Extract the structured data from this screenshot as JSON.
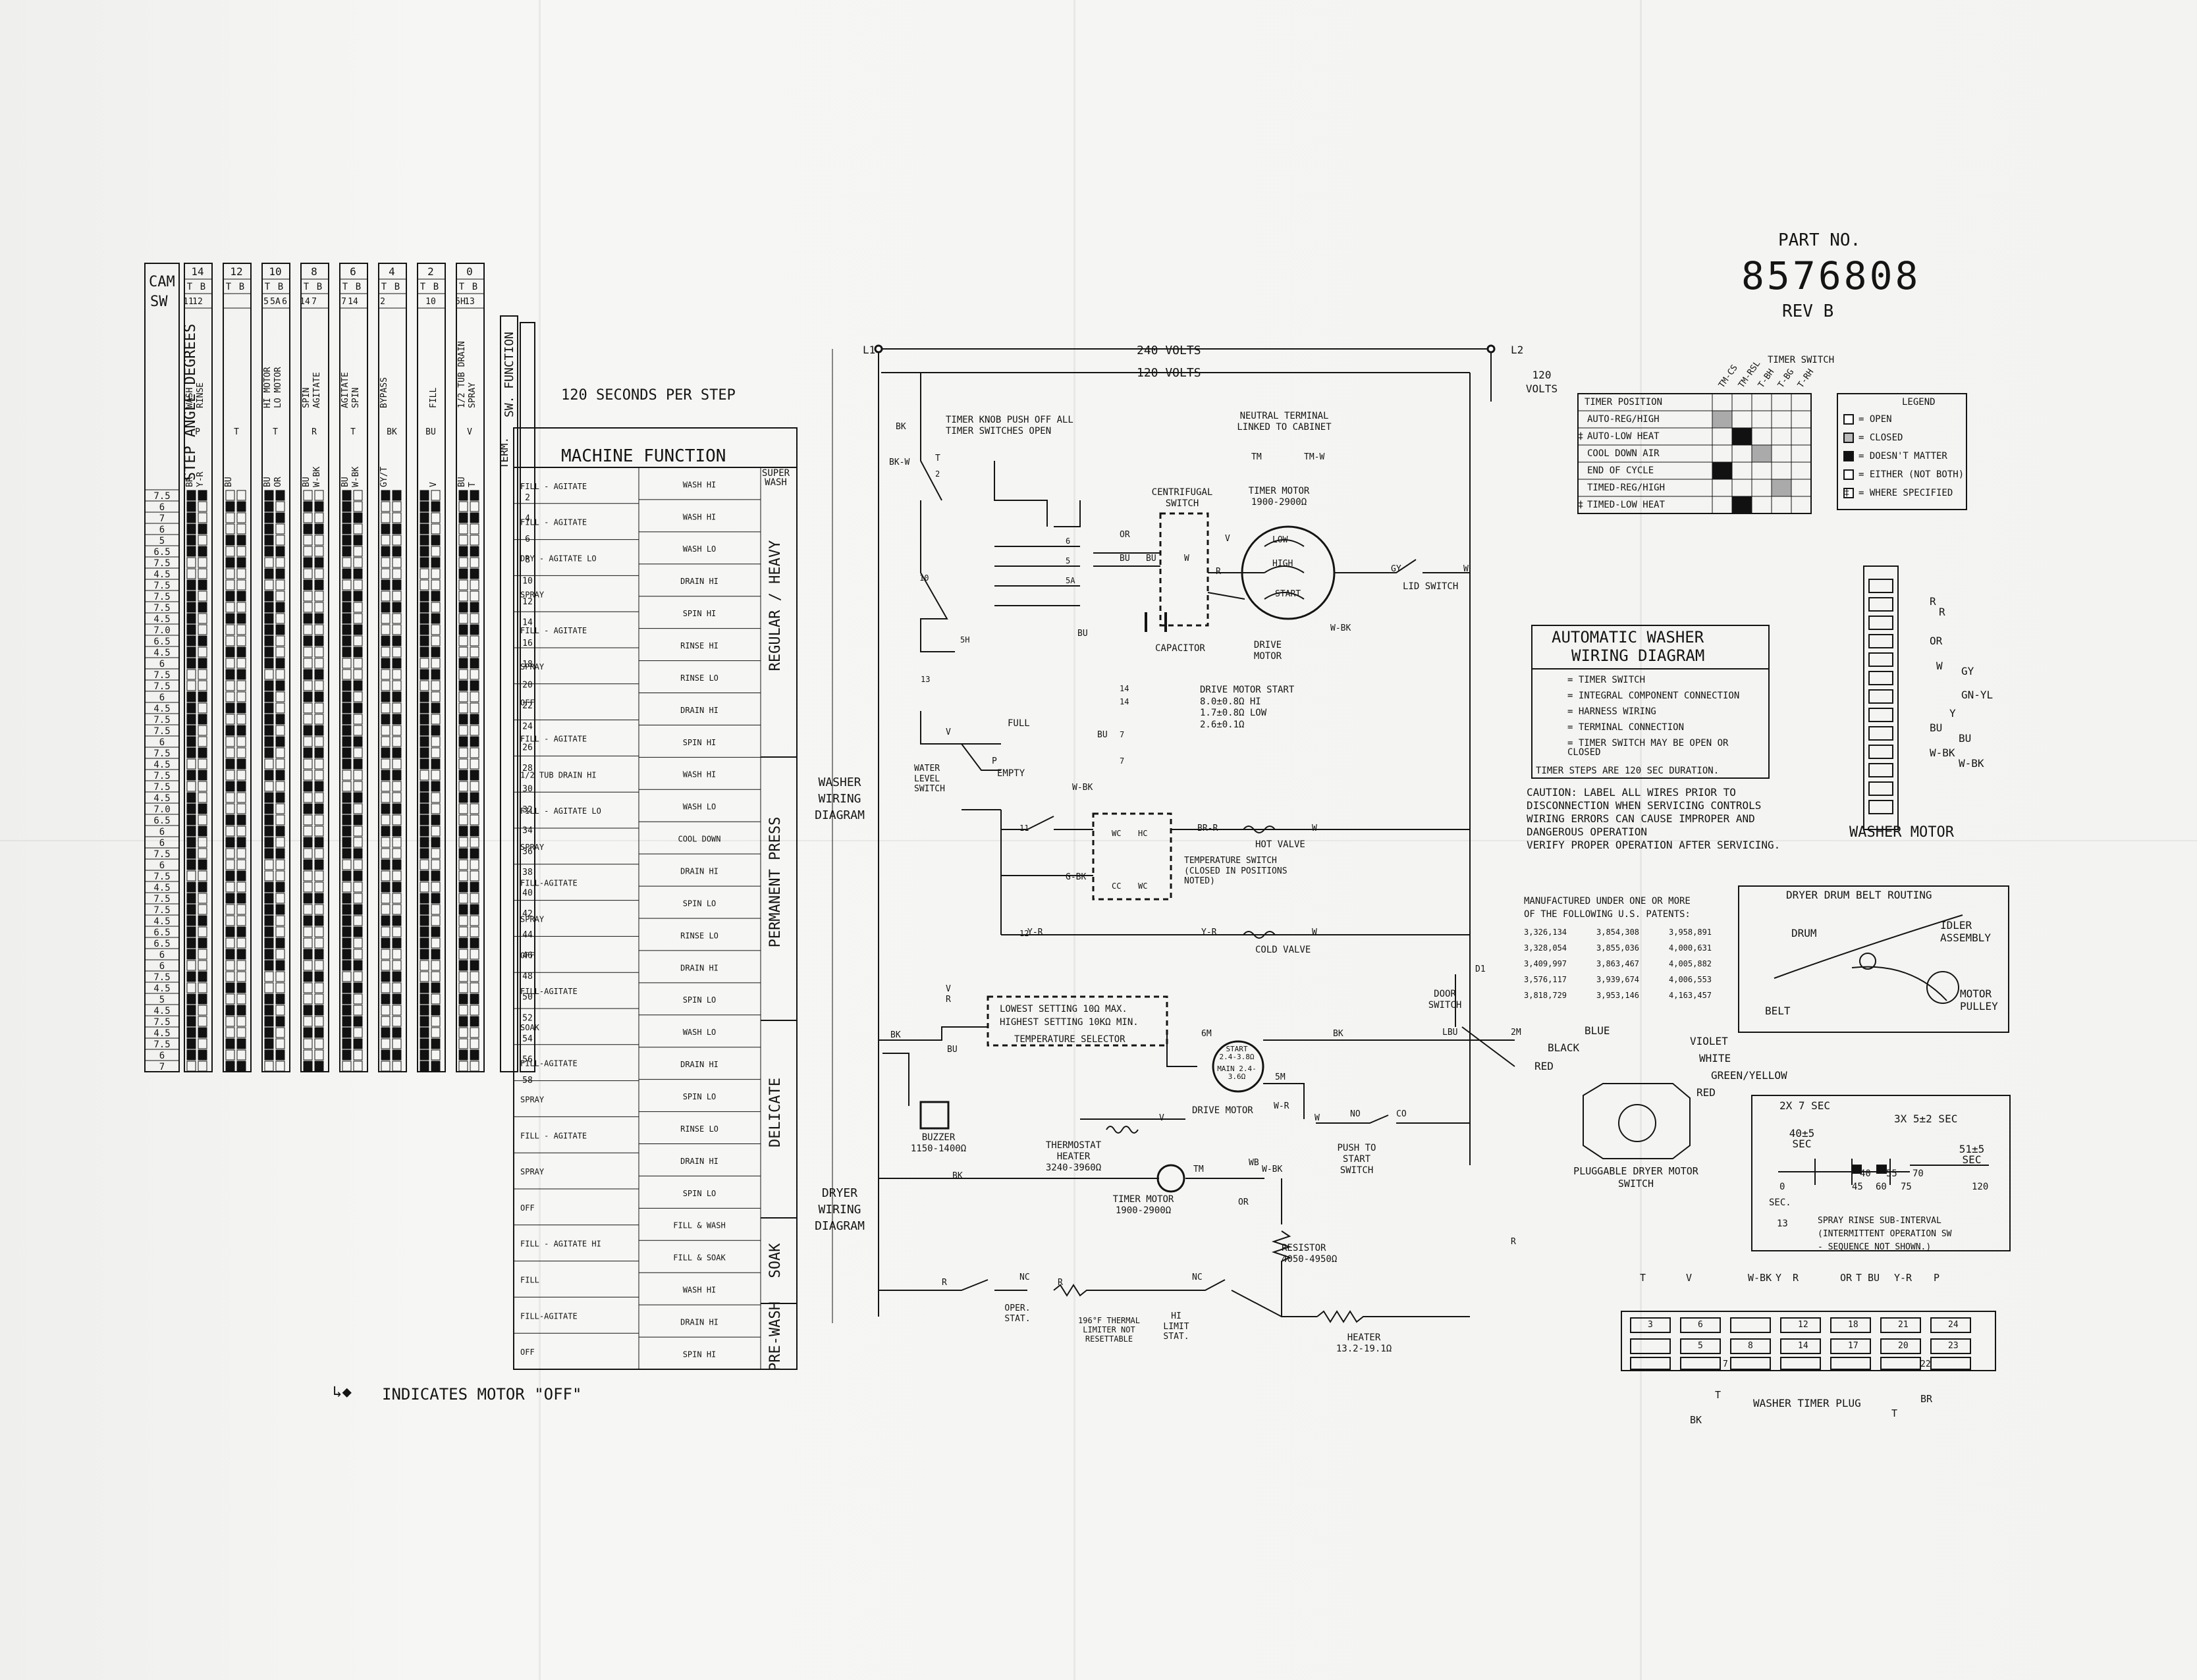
{
  "header": {
    "part_no_label": "PART NO.",
    "part_no": "8576808",
    "rev": "REV B"
  },
  "timer_chart": {
    "row_labels": {
      "cam": "CAM",
      "sw": "SW"
    },
    "step_angle_label": "STEP ANGLE DEGREES",
    "seconds_per_step": "120 SECONDS PER STEP",
    "machine_function_label": "MACHINE FUNCTION",
    "sw_function_label": "SW. FUNCTION",
    "term_label": "TERM.",
    "super_wash": "SUPER WASH",
    "motor_off_note": "INDICATES MOTOR \"OFF\"",
    "cams": [
      {
        "cam": "14",
        "tb": [
          "T",
          "B"
        ],
        "sw": [
          "11",
          "12"
        ],
        "labels": [
          "WASH",
          "RINSE"
        ],
        "codes": [
          "BR",
          "Y-R"
        ],
        "sub": [
          "P"
        ]
      },
      {
        "cam": "12",
        "tb": [
          "T",
          "B"
        ],
        "sw": [
          "",
          ""
        ],
        "labels": [
          "",
          ""
        ],
        "codes": [
          "BU",
          ""
        ],
        "sub": [
          "T"
        ]
      },
      {
        "cam": "10",
        "tb": [
          "T",
          "B"
        ],
        "sw": [
          "5",
          "5A",
          "6"
        ],
        "labels": [
          "HI MOTOR",
          "LO MOTOR"
        ],
        "codes": [
          "BU",
          "OR"
        ],
        "sub": [
          "T"
        ]
      },
      {
        "cam": "8",
        "tb": [
          "T",
          "B"
        ],
        "sw": [
          "14",
          "7"
        ],
        "labels": [
          "SPIN",
          "AGITATE"
        ],
        "codes": [
          "BU",
          "W-BK"
        ],
        "sub": [
          "R"
        ]
      },
      {
        "cam": "6",
        "tb": [
          "T",
          "B"
        ],
        "sw": [
          "7",
          "14"
        ],
        "labels": [
          "AGITATE",
          "SPIN"
        ],
        "codes": [
          "BU",
          "W-BK"
        ],
        "sub": [
          "T"
        ]
      },
      {
        "cam": "4",
        "tb": [
          "T",
          "B"
        ],
        "sw": [
          "2",
          ""
        ],
        "labels": [
          "BYPASS",
          ""
        ],
        "codes": [
          "GY/T",
          ""
        ],
        "sub": [
          "BK"
        ]
      },
      {
        "cam": "2",
        "tb": [
          "T",
          "B"
        ],
        "sw": [
          "",
          "10"
        ],
        "labels": [
          "",
          "FILL"
        ],
        "codes": [
          "",
          "V"
        ],
        "sub": [
          "BU"
        ]
      },
      {
        "cam": "0",
        "tb": [
          "T",
          "B"
        ],
        "sw": [
          "5H",
          "13"
        ],
        "labels": [
          "1/2 TUB DRAIN",
          "SPRAY"
        ],
        "codes": [
          "BU",
          "T"
        ],
        "sub": [
          "V"
        ]
      }
    ],
    "step_angles": [
      "7.5",
      "6",
      "7",
      "6",
      "5",
      "6.5",
      "7.5",
      "4.5",
      "7.5",
      "7.5",
      "7.5",
      "4.5",
      "7.0",
      "6.5",
      "4.5",
      "6",
      "7.5",
      "7.5",
      "6",
      "4.5",
      "7.5",
      "7.5",
      "6",
      "7.5",
      "4.5",
      "7.5",
      "7.5",
      "4.5",
      "7.0",
      "6.5",
      "6",
      "6",
      "7.5",
      "6",
      "7.5",
      "4.5",
      "7.5",
      "7.5",
      "4.5",
      "6.5",
      "6.5",
      "6",
      "6",
      "7.5",
      "4.5",
      "5",
      "4.5",
      "7.5",
      "4.5",
      "7.5",
      "6",
      "7"
    ],
    "terms": [
      "2",
      "4",
      "6",
      "8",
      "10",
      "12",
      "14",
      "16",
      "18",
      "20",
      "22",
      "24",
      "26",
      "28",
      "30",
      "32",
      "34",
      "36",
      "38",
      "40",
      "42",
      "44",
      "46",
      "48",
      "50",
      "52",
      "54",
      "56",
      "58"
    ],
    "functions_left": [
      "FILL - AGITATE",
      "FILL - AGITATE",
      "DRY - AGITATE LO",
      "SPRAY",
      "FILL - AGITATE",
      "SPRAY",
      "OFF",
      "FILL - AGITATE",
      "1/2 TUB DRAIN HI",
      "FILL - AGITATE LO",
      "SPRAY",
      "FILL-AGITATE",
      "SPRAY",
      "OFF",
      "FILL-AGITATE",
      "SOAK",
      "FILL-AGITATE",
      "SPRAY",
      "FILL - AGITATE",
      "SPRAY",
      "OFF",
      "FILL - AGITATE HI",
      "FILL",
      "FILL-AGITATE",
      "OFF"
    ],
    "functions_right": [
      "WASH HI",
      "WASH HI",
      "WASH LO",
      "DRAIN HI",
      "SPIN HI",
      "RINSE HI",
      "RINSE LO",
      "DRAIN HI",
      "SPIN HI",
      "WASH HI",
      "WASH LO",
      "COOL DOWN",
      "DRAIN HI",
      "SPIN LO",
      "RINSE LO",
      "DRAIN HI",
      "SPIN LO",
      "WASH LO",
      "DRAIN HI",
      "SPIN LO",
      "RINSE LO",
      "DRAIN HI",
      "SPIN LO",
      "FILL & WASH",
      "FILL & SOAK",
      "WASH HI",
      "DRAIN HI",
      "SPIN HI"
    ],
    "cycles": [
      "REGULAR / HEAVY",
      "PERMANENT PRESS",
      "DELICATE",
      "SOAK",
      "PRE-WASH"
    ]
  },
  "washer": {
    "section_label": "WASHER WIRING DIAGRAM",
    "volts_240": "240 VOLTS",
    "volts_120": "120 VOLTS",
    "volts_120b": "120 VOLTS",
    "l1": "L1",
    "l2": "L2",
    "timer_knob_note": "TIMER KNOB PUSH OFF ALL TIMER SWITCHES OPEN",
    "neutral_note": "NEUTRAL TERMINAL LINKED TO CABINET",
    "centrifugal_switch": "CENTRIFUGAL SWITCH",
    "timer_motor": "TIMER MOTOR 1900-2900Ω",
    "capacitor": "CAPACITOR",
    "drive_motor": "DRIVE MOTOR",
    "drive_motor_spec": "DRIVE MOTOR START 8.0±0.8Ω HI 1.7±0.8Ω LOW 2.6±0.1Ω",
    "lid_switch": "LID SWITCH",
    "water_level_switch": "WATER LEVEL SWITCH",
    "full": "FULL",
    "empty": "EMPTY",
    "temp_switch": "TEMPERATURE SWITCH (CLOSED IN POSITIONS NOTED)",
    "hot_valve": "HOT VALVE",
    "cold_valve": "COLD VALVE",
    "motor_words": [
      "LOW",
      "HIGH",
      "START"
    ],
    "wire_tags": [
      "BK",
      "BK-W",
      "T",
      "OR",
      "BU",
      "BU",
      "W",
      "GY",
      "W",
      "W-BK",
      "TM",
      "TM-W",
      "V",
      "R",
      "BR-R",
      "W",
      "G-BK",
      "Y-R",
      "Y-R",
      "W",
      "BU",
      "W-BK",
      "BU",
      "V",
      "P"
    ],
    "contacts": [
      "2",
      "10",
      "5H",
      "13",
      "6",
      "5",
      "5A",
      "14",
      "7",
      "14",
      "7",
      "11",
      "12",
      "WC",
      "HC",
      "CC",
      "WC"
    ]
  },
  "dryer": {
    "section_label": "DRYER WIRING DIAGRAM",
    "lowest_setting": "LOWEST SETTING 10Ω MAX.",
    "highest_setting": "HIGHEST SETTING 10KΩ MIN.",
    "temp_selector": "TEMPERATURE SELECTOR",
    "start": "START 2.4-3.8Ω",
    "main": "MAIN 2.4-3.6Ω",
    "drive_motor": "DRIVE MOTOR",
    "buzzer": "BUZZER 1150-1400Ω",
    "thermostat_heater": "THERMOSTAT HEATER 3240-3960Ω",
    "push_to_start": "PUSH TO START SWITCH",
    "door_switch": "DOOR SWITCH",
    "timer_motor": "TIMER MOTOR 1900-2900Ω",
    "resistor": "RESISTOR 4050-4950Ω",
    "oper_stat": "OPER. STAT.",
    "thermal_limiter": "196°F THERMAL LIMITER NOT RESETTABLE",
    "hi_limit": "HI LIMIT STAT.",
    "heater": "HEATER 13.2-19.1Ω",
    "wire_tags": [
      "V",
      "R",
      "BK",
      "BU",
      "6M",
      "BK",
      "5M",
      "W-R",
      "V",
      "W",
      "NO",
      "CO",
      "TM",
      "WB",
      "W-BK",
      "OR",
      "R",
      "NC",
      "NC",
      "R",
      "BK",
      "LBU",
      "2M",
      "D1",
      "R"
    ]
  },
  "timer_switch_table": {
    "title": "TIMER SWITCH",
    "position_label": "TIMER POSITION",
    "columns": [
      "TM-CS",
      "TM-RSL",
      "T-BH",
      "T-BG",
      "T-RH"
    ],
    "rows": [
      {
        "label": "AUTO-REG/HIGH",
        "mark": ""
      },
      {
        "label": "AUTO-LOW HEAT",
        "mark": "‡"
      },
      {
        "label": "COOL DOWN   AIR",
        "mark": ""
      },
      {
        "label": "END OF CYCLE",
        "mark": ""
      },
      {
        "label": "TIMED-REG/HIGH",
        "mark": ""
      },
      {
        "label": "TIMED-LOW HEAT",
        "mark": "‡"
      }
    ],
    "legend_title": "LEGEND",
    "legend": [
      "= OPEN",
      "= CLOSED",
      "= DOESN'T MATTER",
      "= EITHER (NOT BOTH)",
      "= WHERE SPECIFIED"
    ],
    "legend_where_mark": "‡"
  },
  "info_box": {
    "title1": "AUTOMATIC WASHER",
    "title2": "WIRING DIAGRAM",
    "lines": [
      "= TIMER SWITCH",
      "= INTEGRAL COMPONENT CONNECTION",
      "= HARNESS WIRING",
      "= TERMINAL CONNECTION",
      "= TIMER SWITCH MAY BE OPEN OR CLOSED"
    ],
    "footer": "TIMER STEPS ARE 120 SEC DURATION."
  },
  "caution": [
    "CAUTION:  LABEL ALL WIRES PRIOR TO",
    "DISCONNECTION WHEN SERVICING CONTROLS",
    "WIRING ERRORS CAN CAUSE IMPROPER AND",
    "DANGEROUS OPERATION",
    "VERIFY PROPER OPERATION AFTER SERVICING."
  ],
  "patents": {
    "heading": [
      "MANUFACTURED UNDER ONE OR MORE",
      "OF THE FOLLOWING U.S. PATENTS:"
    ],
    "col1": [
      "3,326,134",
      "3,328,054",
      "3,409,997",
      "3,576,117",
      "3,818,729"
    ],
    "col2": [
      "3,854,308",
      "3,855,036",
      "3,863,467",
      "3,939,674",
      "3,953,146"
    ],
    "col3": [
      "3,958,891",
      "4,000,631",
      "4,005,882",
      "4,006,553",
      "4,163,457"
    ]
  },
  "washer_motor": {
    "label": "WASHER MOTOR",
    "wires": [
      "R",
      "R",
      "OR",
      "W",
      "GY",
      "GN-YL",
      "Y",
      "BU",
      "BU",
      "W-BK",
      "W-BK"
    ]
  },
  "belt": {
    "title": "DRYER DRUM BELT ROUTING",
    "drum": "DRUM",
    "idler": "IDLER ASSEMBLY",
    "belt": "BELT",
    "pulley": "MOTOR PULLEY"
  },
  "dryer_switch": {
    "label": "PLUGGABLE DRYER MOTOR SWITCH",
    "wires": [
      "BLUE",
      "BLACK",
      "RED",
      "VIOLET",
      "WHITE",
      "GREEN/YELLOW",
      "RED"
    ]
  },
  "timing": {
    "top": [
      "2X 7 SEC",
      "3X 5±2 SEC"
    ],
    "left": "40±5 SEC",
    "right": "51±5 SEC",
    "ticks": [
      "0",
      "45",
      "60",
      "75",
      "120"
    ],
    "ticks2": [
      "40",
      "55",
      "70"
    ],
    "sec": "SEC.",
    "note": [
      "SPRAY RINSE SUB-INTERVAL",
      "(INTERMITTENT OPERATION SW",
      "- SEQUENCE NOT SHOWN.)"
    ],
    "note_num": "13"
  },
  "timer_plug": {
    "label": "WASHER TIMER PLUG",
    "top_wires": [
      "T",
      "V",
      "W-BK",
      "Y",
      "R",
      "OR",
      "T",
      "BU",
      "Y-R",
      "P"
    ],
    "bottom_wires": [
      "BK",
      "T",
      "T",
      "BR"
    ],
    "top_row": [
      "3",
      "6",
      "12",
      "18",
      "21",
      "24"
    ],
    "mid_row": [
      "5",
      "8",
      "14",
      "17",
      "20",
      "23"
    ],
    "bot_row": [
      "7",
      "22"
    ]
  }
}
